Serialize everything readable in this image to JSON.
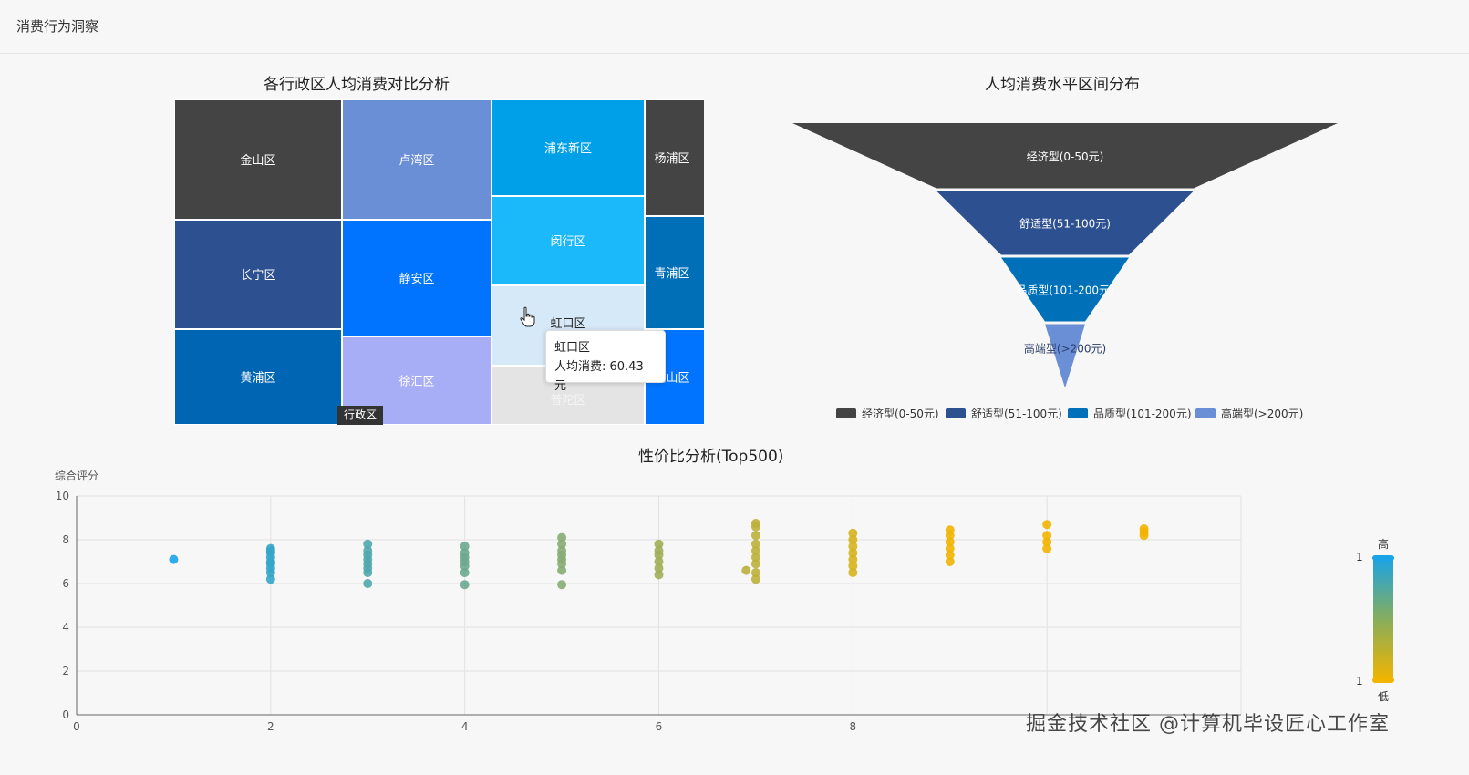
{
  "header": {
    "title": "消费行为洞察"
  },
  "colors": {
    "treemap_palette": [
      "#444444",
      "#6a8fd6",
      "#00a0e9",
      "#444444",
      "#2d5090",
      "#0073ff",
      "#1bb8fa",
      "#006fb7",
      "#0066b3",
      "#a8aef6",
      "#d6e9f8",
      "#e4e4e4",
      "#0073ff"
    ],
    "funnel_palette": [
      "#444444",
      "#2d5090",
      "#0071b8",
      "#6a8fd6"
    ],
    "visualmap_high": "#1aa3e6",
    "visualmap_low": "#f1b400"
  },
  "tooltip": {
    "title": "虹口区",
    "label": "人均消费: 60.43 元"
  },
  "breadcrumb": "行政区",
  "watermark": "掘金技术社区 @计算机毕设匠心工作室",
  "chart_data": [
    {
      "type": "treemap",
      "title": "各行政区人均消费对比分析",
      "items": [
        {
          "name": "金山区"
        },
        {
          "name": "卢湾区"
        },
        {
          "name": "浦东新区"
        },
        {
          "name": "杨浦区"
        },
        {
          "name": "长宁区"
        },
        {
          "name": "静安区"
        },
        {
          "name": "闵行区"
        },
        {
          "name": "青浦区"
        },
        {
          "name": "黄浦区"
        },
        {
          "name": "徐汇区"
        },
        {
          "name": "虹口区",
          "value": 60.43
        },
        {
          "name": "普陀区"
        },
        {
          "name": "宝山区"
        }
      ]
    },
    {
      "type": "funnel",
      "title": "人均消费水平区间分布",
      "stages": [
        "经济型(0-50元)",
        "舒适型(51-100元)",
        "品质型(101-200元)",
        "高端型(>200元)"
      ],
      "legend": [
        "经济型(0-50元)",
        "舒适型(51-100元)",
        "品质型(101-200元)",
        "高端型(>200元)"
      ],
      "legend_position": "bottom"
    },
    {
      "type": "scatter",
      "title": "性价比分析(Top500)",
      "xlabel": "",
      "ylabel": "综合评分",
      "xlim": [
        0,
        12
      ],
      "ylim": [
        0,
        10
      ],
      "xticks": [
        "0",
        "2",
        "4",
        "6",
        "8"
      ],
      "yticks": [
        "0",
        "2",
        "4",
        "6",
        "8",
        "10"
      ],
      "grid": true,
      "visual_map": {
        "high_label": "高",
        "low_label": "低",
        "max_text": "1",
        "min_text": "1"
      },
      "points": [
        [
          1,
          7.1
        ],
        [
          2,
          6.2
        ],
        [
          2,
          6.5
        ],
        [
          2,
          6.7
        ],
        [
          2,
          6.9
        ],
        [
          2,
          7.0
        ],
        [
          2,
          7.2
        ],
        [
          2,
          7.4
        ],
        [
          2,
          7.5
        ],
        [
          2,
          7.6
        ],
        [
          3,
          6.0
        ],
        [
          3,
          6.5
        ],
        [
          3,
          6.7
        ],
        [
          3,
          6.9
        ],
        [
          3,
          7.1
        ],
        [
          3,
          7.3
        ],
        [
          3,
          7.5
        ],
        [
          3,
          7.8
        ],
        [
          4,
          5.95
        ],
        [
          4,
          6.5
        ],
        [
          4,
          6.8
        ],
        [
          4,
          7.0
        ],
        [
          4,
          7.2
        ],
        [
          4,
          7.4
        ],
        [
          4,
          7.7
        ],
        [
          5,
          5.95
        ],
        [
          5,
          6.6
        ],
        [
          5,
          6.9
        ],
        [
          5,
          7.1
        ],
        [
          5,
          7.3
        ],
        [
          5,
          7.5
        ],
        [
          5,
          7.8
        ],
        [
          5,
          8.1
        ],
        [
          6,
          6.4
        ],
        [
          6,
          6.7
        ],
        [
          6,
          7.0
        ],
        [
          6,
          7.3
        ],
        [
          6,
          7.5
        ],
        [
          6,
          7.8
        ],
        [
          6.9,
          6.6
        ],
        [
          7,
          6.2
        ],
        [
          7,
          6.5
        ],
        [
          7,
          6.9
        ],
        [
          7,
          7.2
        ],
        [
          7,
          7.5
        ],
        [
          7,
          7.8
        ],
        [
          7,
          8.2
        ],
        [
          7,
          8.6
        ],
        [
          7,
          8.75
        ],
        [
          8,
          6.5
        ],
        [
          8,
          6.8
        ],
        [
          8,
          7.1
        ],
        [
          8,
          7.4
        ],
        [
          8,
          7.7
        ],
        [
          8,
          8.0
        ],
        [
          8,
          8.3
        ],
        [
          9,
          7.0
        ],
        [
          9,
          7.3
        ],
        [
          9,
          7.6
        ],
        [
          9,
          7.9
        ],
        [
          9,
          8.2
        ],
        [
          9,
          8.45
        ],
        [
          10,
          7.6
        ],
        [
          10,
          7.9
        ],
        [
          10,
          8.2
        ],
        [
          10,
          8.7
        ],
        [
          11,
          8.2
        ],
        [
          11,
          8.35
        ],
        [
          11,
          8.5
        ]
      ]
    }
  ]
}
